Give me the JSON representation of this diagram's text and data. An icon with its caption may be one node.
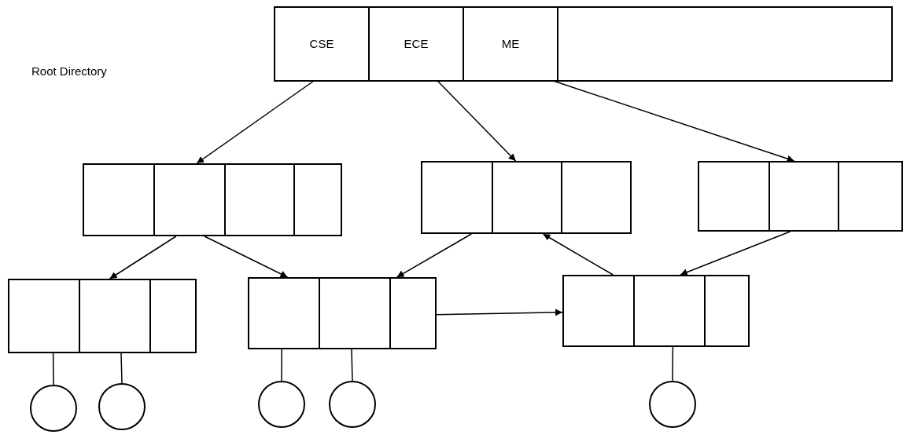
{
  "diagram": {
    "nodes": [
      {
        "text": [],
        "shape": "box"
      },
      {
        "text": [
          "CSE"
        ],
        "in": 0
      },
      {
        "text": [
          "ECE"
        ],
        "in": 0
      },
      {
        "text": [
          "ME"
        ],
        "in": 0
      },
      {
        "text": [],
        "shape": "box"
      },
      {
        "text": [],
        "shape": "box"
      },
      {
        "text": [],
        "shape": "box"
      },
      {
        "text": [],
        "shape": "box"
      },
      {
        "text": [],
        "shape": "box"
      },
      {
        "text": [],
        "shape": "box"
      },
      {
        "text": [],
        "shape": "circle"
      },
      {
        "text": [],
        "shape": "circle"
      },
      {
        "text": [],
        "shape": "circle"
      },
      {
        "text": [],
        "shape": "circle"
      },
      {
        "text": [],
        "shape": "circle"
      }
    ],
    "edges": [
      {
        "from": 1,
        "to": 4,
        "arrow": "to"
      },
      {
        "from": 2,
        "to": 5,
        "arrow": "to"
      },
      {
        "from": 3,
        "to": 6,
        "arrow": "to"
      },
      {
        "from": 4,
        "to": 7,
        "arrow": "to"
      },
      {
        "from": 4,
        "to": 8,
        "arrow": "to"
      },
      {
        "from": 5,
        "to": 8,
        "arrow": "to"
      },
      {
        "from": 9,
        "to": 5,
        "arrow": "to"
      },
      {
        "from": 6,
        "to": 9,
        "arrow": "to"
      },
      {
        "from": 8,
        "to": 9,
        "arrow": "to"
      },
      {
        "from": 7,
        "to": 10,
        "arrow": "none"
      },
      {
        "from": 7,
        "to": 11,
        "arrow": "none"
      },
      {
        "from": 8,
        "to": 12,
        "arrow": "none"
      },
      {
        "from": 8,
        "to": 13,
        "arrow": "none"
      },
      {
        "from": 9,
        "to": 14,
        "arrow": "none"
      }
    ],
    "labels": [
      "Root Directory"
    ]
  }
}
